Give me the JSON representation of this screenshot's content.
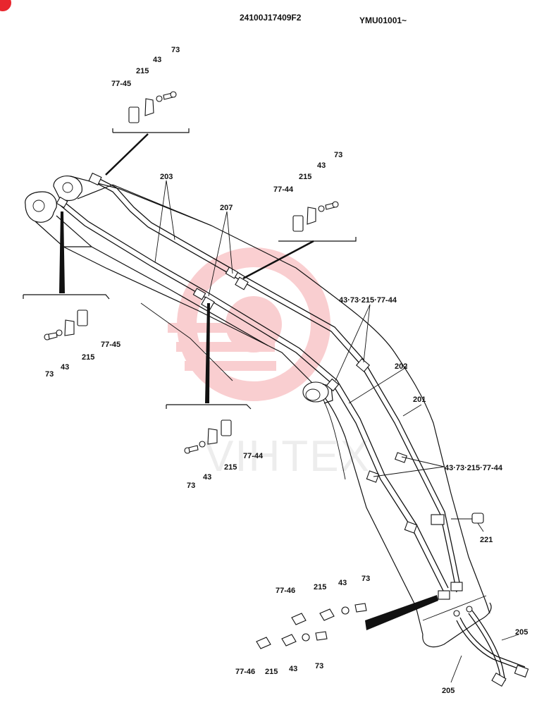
{
  "header": {
    "part_code": "24100J17409F2",
    "serial": "YMU01001~"
  },
  "watermark": {
    "text": "VIHTEX",
    "logo_color": "#e8262e"
  },
  "callouts": {
    "c203": "203",
    "c207": "207",
    "c202": "202",
    "c201": "201",
    "c221": "221",
    "c205a": "205",
    "c205b": "205",
    "combo1": "43·73·215·77-44",
    "combo2": "43·73·215·77-44"
  },
  "inset_top": {
    "p77": "77-45",
    "p215": "215",
    "p43": "43",
    "p73": "73"
  },
  "inset_right": {
    "p77": "77-44",
    "p215": "215",
    "p43": "43",
    "p73": "73"
  },
  "inset_left": {
    "p73": "73",
    "p43": "43",
    "p215": "215",
    "p77": "77-45"
  },
  "inset_mid": {
    "p73": "73",
    "p43": "43",
    "p215": "215",
    "p77": "77-44"
  },
  "inset_bottom_a": {
    "p77": "77-46",
    "p215": "215",
    "p43": "43",
    "p73": "73"
  },
  "inset_bottom_b": {
    "p77": "77-46",
    "p215": "215",
    "p43": "43",
    "p73": "73"
  }
}
